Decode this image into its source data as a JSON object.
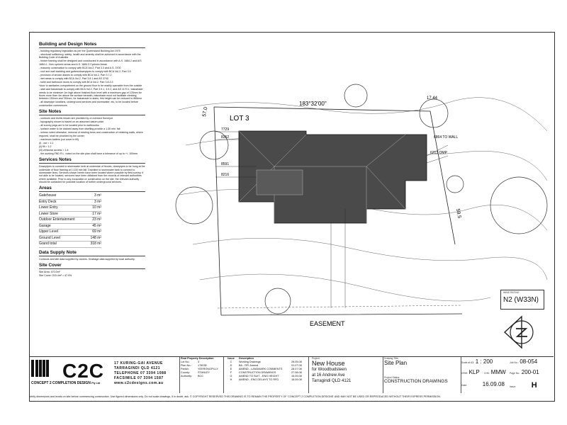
{
  "notes": {
    "building_title": "Building and Design Notes",
    "building_lines": [
      "- building regulatory legislation as per the Queensland Building Act 1975",
      "- structural sufficiency, safety, health and amenity shall be achieved in accordance with the Building Code of Australia",
      "- timber framing shall be designed and constructed in accordance with A.S. 1684.2 and A/S 1684.4 - Non cyclonic areas and A.S. 1684.3 Cyclonic Areas",
      "- masonry construction to comply with BCA Vol.2, Part 3.3 and A.S. 3700",
      "- roof and wall cladding and gutters/downpipes to comply with BCA Vol.2, Part 3.5",
      "- provision of smoke alarms to comply with BCA Vol.2, Part 3.7.2",
      "- wet areas to comply with BCA Vol.2, Part 3.8.1 and AS 3740",
      "- toilet and bathroom doors to comply with BCA Vol.2, Part 3.8.3.3",
      "*door to sanitaries compartment on the ground floor to be readily openable from the outside",
      "- stair and balustrade to comply with BCA Vol.2, Part 3.9.1, 3.9.2, and AS 1170.1, balustrade needs to be minimum 1m high above finished floor level with a maximum gap of 125mm for floors more than 4m above the surface beneath, balustrade must not facilitate climbing between 150mm and 760mm, for balustrade to stairs, this height can be reduced to 865mm",
      "- all downpipe locations, underground services and stormwater, etc, to be located before construction commences"
    ],
    "site_title": "Site Notes",
    "site_lines": [
      "- contours and levels shown are provided by a Licensed Surveyor",
      "- topography shown is based on an assumed datum point",
      "- all survey pegs are to be located prior to earthworks",
      "- surface water to be drained away from dwelling provide a 1:30 min. fall",
      "- unless noted otherwise, removal of existing trees and construction of retaining walls, where required, shall be provided by the owner",
      "- maximum batters (cut cover in fill)",
      "(i) - cut = 1:1",
      "(ii) fill = 1:2",
      "(iii) vehicular access = 1:4",
      "- the working FND R.L. noted on the site plan shall have a tolerance of up to +/- 100mm"
    ],
    "services_title": "Services Notes",
    "services_text": "Downpipes to connect to stormwater kerb at underside of fences, downpipes to be hung at the underside of floor framing at 1:100 min fall. Drainline to stormwater tank to connect to stormwater lines. Services shown herein have been located where possible by field survey. If not able to be located, services have been obtained from the records of relevant authorities where available. Prior to any excavation or construction on the site, the relevant authority should be contacted for possible location of further underground services.",
    "areas_title": "Areas",
    "areas": [
      {
        "label": "Gatehouse",
        "value": "3 m²"
      },
      {
        "label": "Entry Deck",
        "value": "3 m²"
      },
      {
        "label": "Lower Entry",
        "value": "10 m²"
      },
      {
        "label": "Lower Store",
        "value": "17 m²"
      },
      {
        "label": "Outdoor Entertainment",
        "value": "23 m²"
      },
      {
        "label": "Garage",
        "value": "45 m²"
      },
      {
        "label": "Upper Level",
        "value": "69 m²"
      },
      {
        "label": "Ground Level",
        "value": "148 m²"
      },
      {
        "label": "Grand total",
        "value": "318 m²"
      }
    ],
    "supply_title": "Data Supply Note",
    "supply_text": "Contours and site data supplied by owners. Drainage data supplied by local authority.",
    "cover_title": "Site Cover",
    "cover_lines": [
      "Site Area: 470.0m²",
      "Site Cover: 215.4m² = 47.9%"
    ]
  },
  "plan": {
    "lot_label": "LOT 3",
    "easement_label": "EASEMENT",
    "bearing_top": "183°32'00\"",
    "dim_7729": "7729",
    "dim_8352": "8352",
    "dim_8591": "8591",
    "dim_8216": "8216",
    "dim_6864": "6864 TO WALL",
    "dim_6213": "6213 OMP",
    "side_57": "57.0",
    "side_59": "59.5",
    "side_17": "17.44"
  },
  "wind": {
    "label": "WIND RATING",
    "value": "N2 (W33N)"
  },
  "title_block": {
    "company": "C2C",
    "company_sub": "CONCEPT 2 COMPLETION DESIGN",
    "company_tail": "Pty Ltd",
    "address_lines": [
      "17 KURING-GAI AVENUE",
      "TARRAGINDI QLD 4121",
      "TELEPHONE 07 3394 1088",
      "FACSIMILE 07 3394 1587",
      "www.c2cdesigns.com.au"
    ],
    "real_property_title": "Real Property Description",
    "rp_rows": [
      {
        "label": "Lot No.:",
        "value": "3"
      },
      {
        "label": "Plan No.:",
        "value": "178035"
      },
      {
        "label": "Parish:",
        "value": "YEERONGPILLY"
      },
      {
        "label": "County:",
        "value": "STANLEY"
      },
      {
        "label": "Authority:",
        "value": "BCC"
      }
    ],
    "issue_title": "Issue",
    "description_title": "Description",
    "issues": [
      {
        "issue": "C",
        "desc": "Working Drawings",
        "date": "26.05.08"
      },
      {
        "issue": "D",
        "desc": "BA - RFI Amend",
        "date": "01.07.08"
      },
      {
        "issue": "E",
        "desc": "AMEND - LANDMARK COMMENTS",
        "date": "28.07.08"
      },
      {
        "issue": "F",
        "desc": "CONSTRUCTION DRAWINGS",
        "date": "27.08.08"
      },
      {
        "issue": "G",
        "desc": "AMEND TO SUIT - ENG HEIGHT",
        "date": "15.09.08"
      },
      {
        "issue": "H",
        "desc": "AMEND - ENG DELAYS TO RFD",
        "date": "16.09.08"
      }
    ],
    "project_label": "Project:",
    "project_title": "New House",
    "project_for": "for Woodbudsteen",
    "project_at": "at 16 Andrew Ave",
    "project_suburb": "Tarragindi QLD 4121",
    "drawing_title_label": "Drawing Title:",
    "drawing_title": "Site Plan",
    "status_label": "Project Status:",
    "status": "CONSTRUCTION DRAWINGS",
    "scale_label": "Scale at A3:",
    "scale": "1 : 200",
    "jobno_label": "Job No.:",
    "jobno": "08-054",
    "drawn_label": "DRW:",
    "drawn": "KLP",
    "checked_label": "CHK:",
    "checked": "MMW",
    "pageno_label": "Page No.:",
    "pageno": "200-01",
    "date_label": "Date:",
    "date": "16.09.08",
    "issue_label": "Issue:",
    "issue": "H"
  },
  "footer": "Verify dimensions and levels on site before commencing construction. Use figured dimensions only. Do not scale drawings, if in doubt, ask. © COPYRIGHT RESERVED THIS DRAWING IS TO REMAIN THE PROPERTY OF 'CONCEPT 2 COMPLETION DESIGNS' AND MAY NOT BE USED OR REPRODUCED WITHOUT THEIR EXPRESS PERMISSION."
}
